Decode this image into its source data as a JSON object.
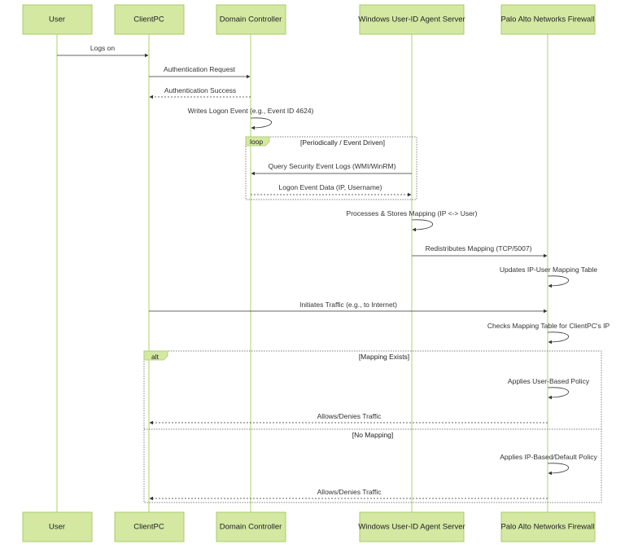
{
  "actors": [
    "User",
    "ClientPC",
    "Domain Controller",
    "Windows User-ID Agent Server",
    "Palo Alto Networks Firewall"
  ],
  "messages": {
    "logs_on": "Logs on",
    "auth_request": "Authentication Request",
    "auth_success": "Authentication Success",
    "writes_event": "Writes Logon Event (e.g., Event ID 4624)",
    "query_logs": "Query Security Event Logs (WMI/WinRM)",
    "logon_data": "Logon Event Data (IP, Username)",
    "processes_mapping": "Processes & Stores Mapping (IP <-> User)",
    "redistributes": "Redistributes Mapping (TCP/5007)",
    "updates_table": "Updates IP-User Mapping Table",
    "initiates_traffic": "Initiates Traffic (e.g., to Internet)",
    "checks_table": "Checks Mapping Table for ClientPC's IP",
    "applies_user_policy": "Applies User-Based Policy",
    "allows_denies_1": "Allows/Denies Traffic",
    "applies_ip_policy": "Applies IP-Based/Default Policy",
    "allows_denies_2": "Allows/Denies Traffic"
  },
  "frames": {
    "loop_label": "loop",
    "loop_condition": "[Periodically / Event Driven]",
    "alt_label": "alt",
    "alt_condition_1": "[Mapping Exists]",
    "alt_condition_2": "[No Mapping]"
  }
}
